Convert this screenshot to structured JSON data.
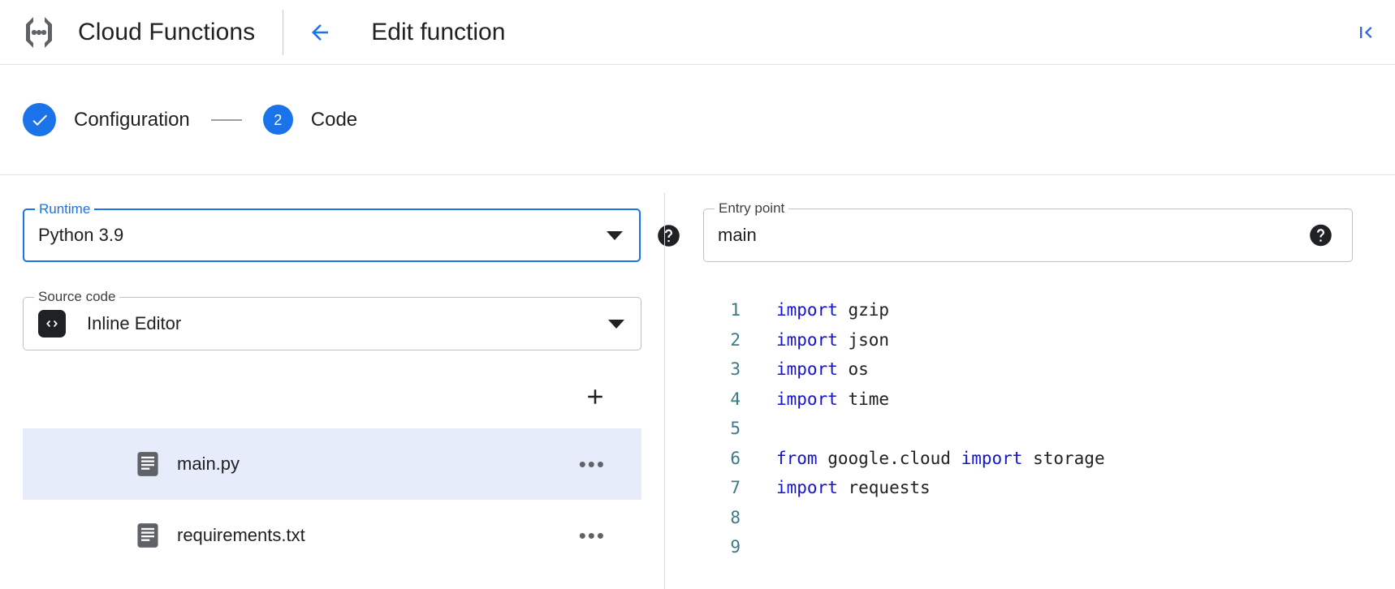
{
  "header": {
    "product_logo_icon": "cloud-functions-logo",
    "product_title": "Cloud Functions",
    "back_icon": "arrow-back-icon",
    "page_title": "Edit function",
    "collapse_icon": "collapse-panel-icon"
  },
  "stepper": {
    "steps": [
      {
        "label": "Configuration",
        "state": "complete",
        "marker": "check-icon"
      },
      {
        "label": "Code",
        "state": "active",
        "marker": "2"
      }
    ],
    "connector": "—"
  },
  "runtime": {
    "label": "Runtime",
    "value": "Python 3.9",
    "caret_icon": "chevron-down-icon",
    "help_icon": "help-icon",
    "focused": true
  },
  "entry_point": {
    "label": "Entry point",
    "value": "main",
    "placeholder": "Entry point",
    "help_icon": "help-icon"
  },
  "source_code": {
    "label": "Source code",
    "value": "Inline Editor",
    "badge_icon": "code-brackets-icon",
    "caret_icon": "chevron-down-icon"
  },
  "file_panel": {
    "add_icon": "add-file-icon",
    "files": [
      {
        "name": "main.py",
        "icon": "file-icon",
        "more_icon": "more-options-icon",
        "selected": true
      },
      {
        "name": "requirements.txt",
        "icon": "file-icon",
        "more_icon": "more-options-icon",
        "selected": false
      }
    ]
  },
  "editor": {
    "lines": [
      {
        "n": "1",
        "tokens": [
          {
            "t": "import",
            "k": true
          },
          {
            "t": " gzip",
            "k": false
          }
        ]
      },
      {
        "n": "2",
        "tokens": [
          {
            "t": "import",
            "k": true
          },
          {
            "t": " json",
            "k": false
          }
        ]
      },
      {
        "n": "3",
        "tokens": [
          {
            "t": "import",
            "k": true
          },
          {
            "t": " os",
            "k": false
          }
        ]
      },
      {
        "n": "4",
        "tokens": [
          {
            "t": "import",
            "k": true
          },
          {
            "t": " time",
            "k": false
          }
        ]
      },
      {
        "n": "5",
        "tokens": []
      },
      {
        "n": "6",
        "tokens": [
          {
            "t": "from",
            "k": true
          },
          {
            "t": " google.cloud ",
            "k": false
          },
          {
            "t": "import",
            "k": true
          },
          {
            "t": " storage",
            "k": false
          }
        ]
      },
      {
        "n": "7",
        "tokens": [
          {
            "t": "import",
            "k": true
          },
          {
            "t": " requests",
            "k": false
          }
        ]
      },
      {
        "n": "8",
        "tokens": []
      },
      {
        "n": "9",
        "tokens": []
      }
    ]
  },
  "colors": {
    "accent": "#1a73e8",
    "keyword": "#1414d2",
    "line_number": "#3d7a86",
    "selected_row": "#e6ecfa",
    "border": "#bdc1c6"
  }
}
